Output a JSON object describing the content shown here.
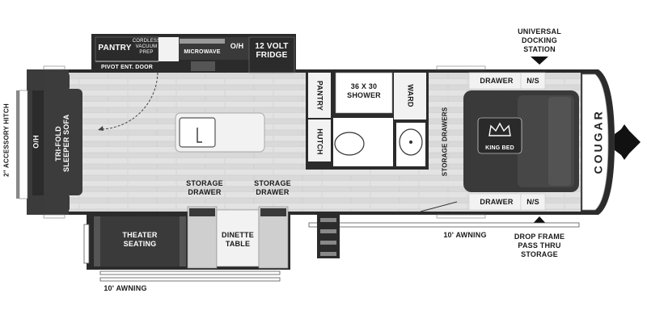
{
  "floorplan": {
    "labels": {
      "accessory_hitch": "2\" ACCESSORY HITCH",
      "oh_left": "O/H",
      "sofa": "TRI-FOLD\nSLEEPER SOFA",
      "pantry_top": "PANTRY",
      "cordless_vacuum": "CORDLESS\nVACUUM\nPREP",
      "microwave": "MICROWAVE",
      "oh_top": "O/H",
      "fridge": "12 VOLT\nFRIDGE",
      "pivot_door": "PIVOT ENT. DOOR",
      "pantry_bath": "PANTRY",
      "hutch": "HUTCH",
      "shower": "36 X 30\nSHOWER",
      "ward": "WARD",
      "storage_drawers": "STORAGE DRAWERS",
      "drawer_top": "DRAWER",
      "ns_top": "N/S",
      "drawer_bottom": "DRAWER",
      "ns_bottom": "N/S",
      "king_bed": "KING BED",
      "docking": "UNIVERSAL\nDOCKING\nSTATION",
      "theater": "THEATER\nSEATING",
      "storage_drawer_1": "STORAGE\nDRAWER",
      "storage_drawer_2": "STORAGE\nDRAWER",
      "dinette": "DINETTE\nTABLE",
      "awning_right": "10' AWNING",
      "awning_left": "10' AWNING",
      "pass_thru": "DROP FRAME\nPASS THRU\nSTORAGE",
      "logo": "COUGAR"
    },
    "colors": {
      "wall": "#2b2b2b",
      "floor": "#dcdcdc",
      "furniture": "#3a3a3a",
      "slideout_floor": "#cfcfcf",
      "cabinet": "#f2f2f2"
    }
  }
}
